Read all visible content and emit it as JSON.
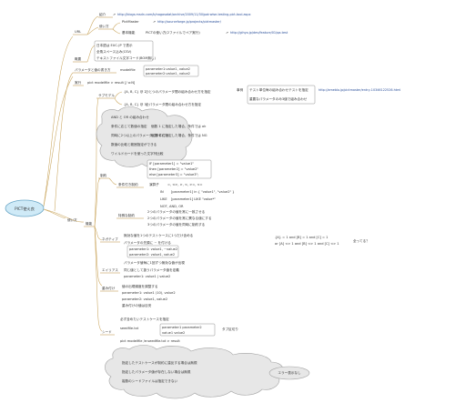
{
  "root": {
    "label": "PICT使え良"
  },
  "branches": {
    "url": "URL",
    "summary": "概要",
    "usage": "使い方",
    "features": "機能"
  },
  "url_section": {
    "intro": "紹介",
    "intro_link": "http://blogs.msdn.com/b/nagasatat/archive/2009/11/30/pairwise-testing-pict-tool.aspx",
    "usage": "使い方",
    "pictmaster": "PictMaster",
    "pictmaster_link": "http://sourceforge.jp/projects/pictmaster/",
    "explain": "基本機能",
    "explain_sub": "PICTの使い方(2ファイルでペア実行)",
    "explain_link": "http://gihyo.jp/dev/feature/01/qa-test"
  },
  "summary_section": [
    "日本語は EUC-JP で表示",
    "全角スペース込み(CSV)",
    "テキストファイル文字コード(BOM無し)"
  ],
  "usage_section": {
    "param_file": "パラメータと値の書き方",
    "param_file_model": "modelfile",
    "param_file_example": "parameter1:value1, value2",
    "param_file_example2": "parameter2:value1, value2",
    "execute": "実行",
    "execute_cmd": "pict modelfile > result [/ o:N]"
  },
  "features_section": {
    "subset": "サブモデル",
    "subset_line1": "{A, B, C} @ 2",
    "subset_desc1": "ひとつのパラメータ間の組み合わせ方を指定",
    "subset_line2": "{A, B, C} @ 3",
    "subset_desc2": "全パラメータ間の組み合わせ方を指定",
    "subset_note_title": "事例",
    "subset_note": "テスト単位毎の組み合わせテストを指定",
    "subset_note_link": "http://ameblo.jp/pictmaster/entry-10346122526.html",
    "subset_note2": "重要なパラメータのみ3値で組み合わせ",
    "cloud1_items": [
      "AND と OR の組み合わせ",
      "条件に応じて数値の指定",
      "同時に2つ以上のパラメータに条件付け",
      "数値の比較と範囲指定ができる",
      "ワイルドカードを使った文字列比較"
    ],
    "cloud1_side1": "個数 1 に指定した場合、条件では ok",
    "cloud1_side2": "個数 1 に指定した場合、条件では NG",
    "constraints": "制約",
    "cond_title": "条件付き制約",
    "cond_if": "IF [parameter1] = \"value1\"",
    "cond_then": "then [parameter2] = \"value2\"",
    "cond_else": "else [parameter3] = \"value3\";",
    "cond_op": "演算子",
    "cond_ops": "=, <>, >, <, >=, <=",
    "cond_in": "IN",
    "cond_in_example": "[parameter1] in { \"value1\", \"value2\" }",
    "cond_like": "LIKE",
    "cond_like_example": "[parameter1] LIKE \"value*\"",
    "cond_logic": "NOT, AND, OR",
    "cond_special": "特殊な制約",
    "cond_special_items": [
      "2つのパラメータの値を常に一致させる",
      "2つのパラメータの値を常に異なる値にする",
      "3つのパラメータの値を同時に制約する"
    ],
    "negative": "ネガティブ",
    "negative_desc": "無効な値を1つのテストケースに1つだけ含める",
    "negative_note": "パラメータの先頭に ~ を付ける",
    "negative_ex1": "parameter1: value1, ~value2",
    "negative_ex2": "parameter2: value1, value2",
    "negative_note2": "パラメータ値毎に1回ずつ無効な値が出現",
    "negative_side": "{A} = 1 and [B] = 1 and [C] = 1",
    "negative_side2": "or [A] <> 1 and [B] <> 1 and [C] <> 1",
    "negative_right": "全ってる？",
    "alias": "エイリアス",
    "alias_desc": "同じ値として扱うパラメータ値を定義",
    "alias_ex": "parameter1: value1 | value2",
    "weight": "重み付け",
    "weight_desc": "値の出現頻度を調整する",
    "weight_ex1": "parameter1: value1 (10), value2",
    "weight_ex2": "parameter2: value1, value2",
    "weight_note": "重み付けの値は目安",
    "seeding": "シード",
    "seeding_desc": "必ず含めたいテストケースを指定",
    "seeding_file": "seedfile.txt",
    "seeding_ex": "parameter1  parameter2",
    "seeding_ex2": "value1       value2",
    "seeding_cmd": "pict modelfile /e:seedfile.txt > result",
    "seeding_opt": "タブ区切り",
    "cloud2_items": [
      "指定したテストケースが制約に違反する場合は無視",
      "指定したパラメータ値が存在しない場合は無視",
      "複数のシードファイルは指定できない"
    ],
    "cloud2_side": "エラー表示なし"
  }
}
